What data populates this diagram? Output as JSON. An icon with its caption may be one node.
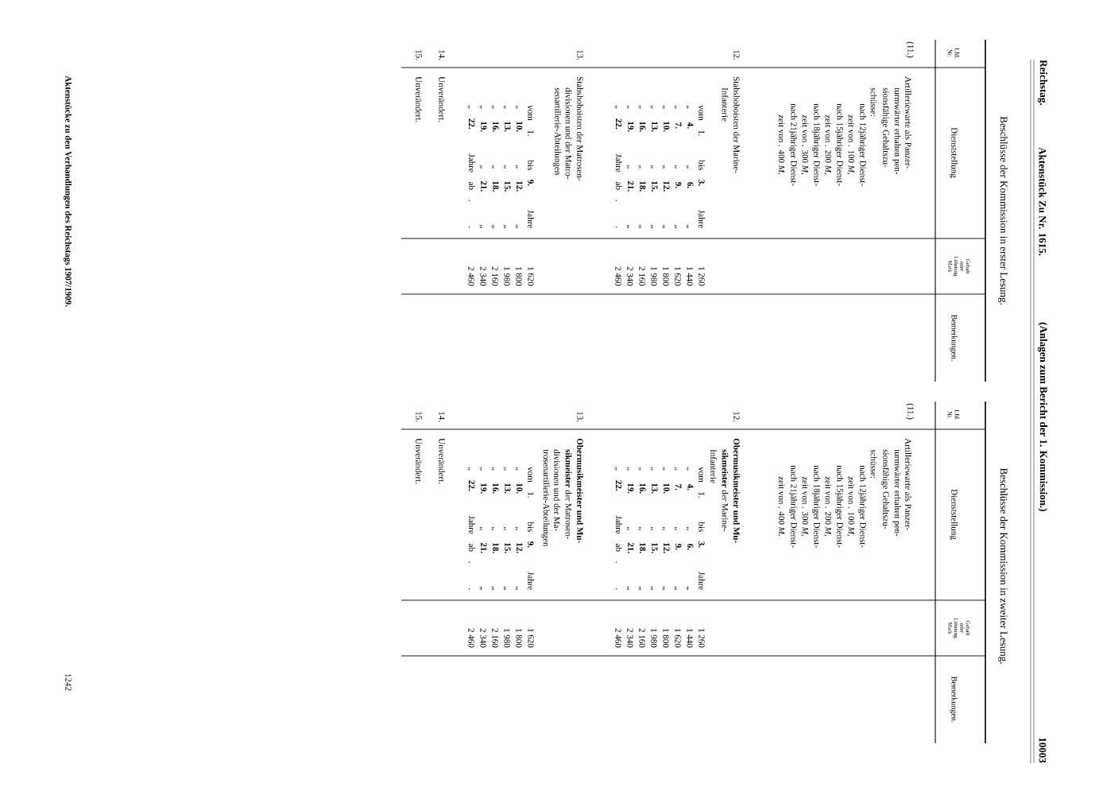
{
  "diagram": {
    "labels": [
      "Reichstag.",
      "Aktenstück Zu Nr. 1615.",
      "(Anlagen zum Bericht der 1. Kommission.)",
      "10003",
      "Beschlüsse der Kommission in erster Lesung.",
      "Beschlüsse der Kommission in zweiter Lesung.",
      "Lfd. Nr.",
      "Dienststellung",
      "Gehalt oder Löhnung Mark",
      "Bemerkungen.",
      "(11.)",
      "Artilleriewarte als Panzer-",
      "turmwärter erhalten pen-",
      "sionsfähige Gehaltszu-",
      "schüsse:",
      "nach 12jähriger Dienst-",
      "zeit von . 100 *M*,",
      "nach 15jähriger Dienst-",
      "zeit von . 200 *M*,",
      "nach 18jähriger Dienst-",
      "zeit von . 300 *M*,",
      "nach 21jähriger Dienst-",
      "zeit von . 400 *M*.",
      "12.",
      "Stabshoboisten der Marine-",
      "Infanterie",
      "vom 1. bis **3.** Jahre",
      "1 260",
      "„ **4.** „ **6.** „",
      "1 440",
      "„ **7.** „ **9.** „",
      "1 620",
      "„ **10.** „ **12.** „",
      "1 800",
      "„ **13.** „ **15.** „",
      "1 980",
      "„ **16.** „ **18.** „",
      "2 160",
      "„ **19.** „ **21.** „",
      "2 340",
      "„ **22.** Jahre ab . .",
      "2 460",
      "13.",
      "Stabshoboisten der Matrosen-",
      "divisionen und der Matro-",
      "senartillerie-Abteilungen",
      "vom 1. bis **9.** Jahre",
      "1 620",
      "„ **10.** „ **12.** „",
      "1 800",
      "„ **13.** „ **15.** „",
      "1 980",
      "„ **16.** „ **18.** „",
      "2 160",
      "„ **19.** „ **21.** „",
      "2 340",
      "„ **22.** Jahre ab . .",
      "2 460",
      "14.",
      "Unverändert.",
      "15.",
      "Unverändert.",
      "Lfd. Nr.",
      "Dienststellung",
      "Gehalt oder Löhnung Mark",
      "Bemerkungen.",
      "(11.)",
      "Artilleriewarte als Panzer-",
      "turmwärter erhalten pen-",
      "sionsfähige Gehaltszu-",
      "schüsse:",
      "nach 12jähriger Dienst-",
      "zeit von . 100 *M*,",
      "nach 15jähriger Dienst-",
      "zeit von . 200 *M*,",
      "nach 18jähriger Dienst-",
      "zeit von . 300 *M*,",
      "nach 21jähriger Dienst-",
      "zeit von . 400 *M*.",
      "12.",
      "Obermusikmeister und Mu-",
      "**sikmeister** der Marine-",
      "Infanterie",
      "vom 1. bis **3.** Jahre",
      "1 260",
      "„ **4.** „ **6.** „",
      "1 440",
      "„ **7.** „ **9.** „",
      "1 620",
      "„ **10.** „ **12.** „",
      "1 800",
      "„ **13.** „ **15.** „",
      "1 980",
      "„ **16.** „ **18.** „",
      "2 160",
      "„ **19.** „ **21.** „",
      "2 340",
      "„ **22.** Jahre ab . .",
      "2 460",
      "13.",
      "Obermusikmeister und Mu-",
      "**sikmeister** der Matrosen-",
      "divisionen und der Ma-",
      "trosenartillerie-Abteilungen",
      "vom 1. bis **9.** Jahre",
      "1 620",
      "„ **10.** „ **12.** „",
      "1 800",
      "„ **13.** „ **15.** „",
      "1 980",
      "„ **16.** „ **18.** „",
      "2 160",
      "„ **19.** „ **21.** „",
      "2 340",
      "„ **22.** Jahre ab . .",
      "2 460",
      "14.",
      "Unverändert.",
      "15.",
      "Unverändert.",
      "Aktenstücke zu den Verhandlungen des Reichstags 1907/1909.",
      "1242"
    ]
  }
}
